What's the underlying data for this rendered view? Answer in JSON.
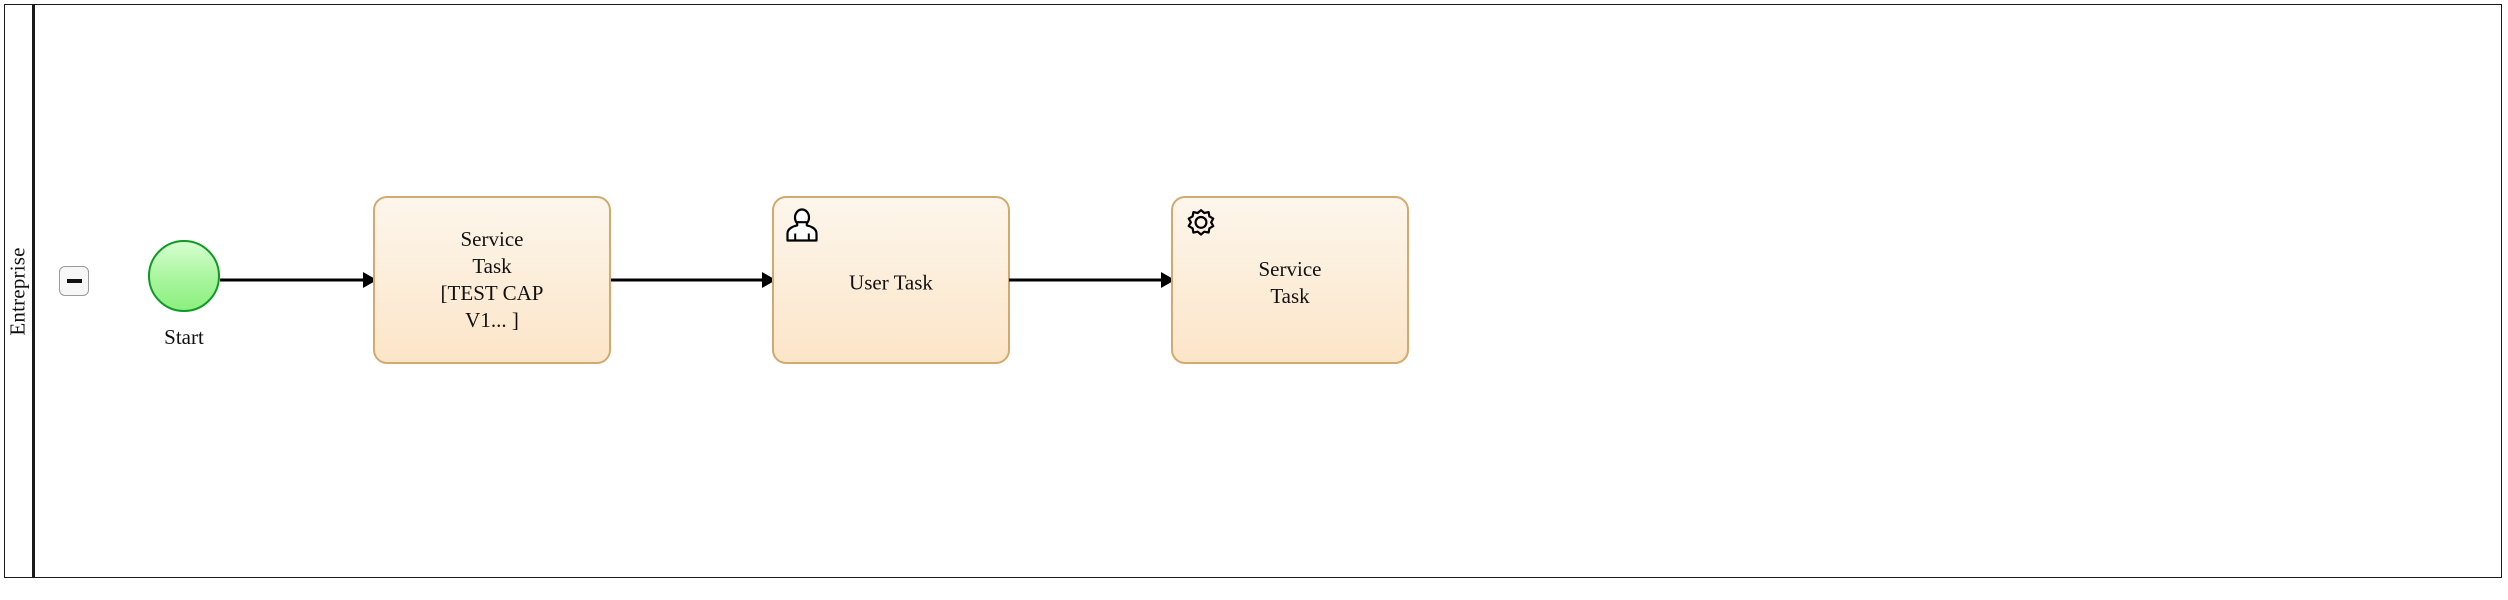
{
  "diagram": {
    "type": "bpmn-process",
    "pool": {
      "name": "Entreprise",
      "collapse_button": {
        "icon": "minus-icon",
        "state": "expanded"
      }
    },
    "nodes": [
      {
        "id": "start-event",
        "type": "start-event",
        "label": "Start",
        "shape": "circle",
        "fill": "#a8f59c",
        "stroke": "#0d9a25"
      },
      {
        "id": "task-service-1",
        "type": "service-task",
        "label": "Service\nTask\n[TEST CAP\nV1... ]",
        "icon": null,
        "fill": "#fcecd6",
        "stroke": "#d2a96e"
      },
      {
        "id": "task-user",
        "type": "user-task",
        "label": "User Task",
        "icon": "user-icon",
        "fill": "#fcecd6",
        "stroke": "#d2a96e"
      },
      {
        "id": "task-service-2",
        "type": "service-task",
        "label": "Service\nTask",
        "icon": "gear-icon",
        "fill": "#fcecd6",
        "stroke": "#d2a96e"
      }
    ],
    "connectors": [
      {
        "id": "conn-1",
        "from": "start-event",
        "to": "task-service-1",
        "type": "sequence-flow"
      },
      {
        "id": "conn-2",
        "from": "task-service-1",
        "to": "task-user",
        "type": "sequence-flow"
      },
      {
        "id": "conn-3",
        "from": "task-user",
        "to": "task-service-2",
        "type": "sequence-flow"
      }
    ],
    "colors": {
      "canvas": "#ffffff",
      "pool_border": "#1a1a1a",
      "task_fill": "#fcecd6",
      "task_border": "#d2a96e",
      "start_fill": "#a8f59c",
      "start_border": "#0d9a25",
      "connector": "#000000"
    }
  }
}
